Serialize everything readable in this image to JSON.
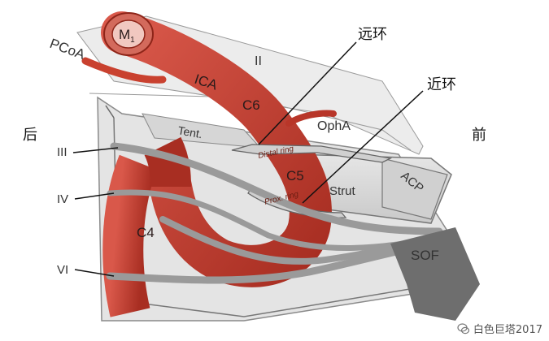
{
  "labels": {
    "m1": "M",
    "m1_sub": "1",
    "pcoa": "PCoA",
    "cn2": "II",
    "ica": "ICA",
    "c6": "C6",
    "opha": "OphA",
    "tent": "Tent.",
    "c5": "C5",
    "strut": "Strut",
    "acp": "ACP",
    "c4": "C4",
    "sof": "SOF",
    "cn3": "III",
    "cn4": "IV",
    "cn6": "VI",
    "distal_ring": "Distal ring",
    "proximal_ring": "Prox. ring",
    "far_ring": "远环",
    "near_ring": "近环",
    "posterior": "后",
    "anterior": "前"
  },
  "watermark": {
    "text": "白色巨塔2017",
    "icon": "wechat-icon"
  },
  "colors": {
    "artery": "#c9412f",
    "artery_dark": "#8e2519",
    "nerve": "#9a9a9a",
    "bone": "#d9d9d9",
    "background": "#ffffff"
  }
}
